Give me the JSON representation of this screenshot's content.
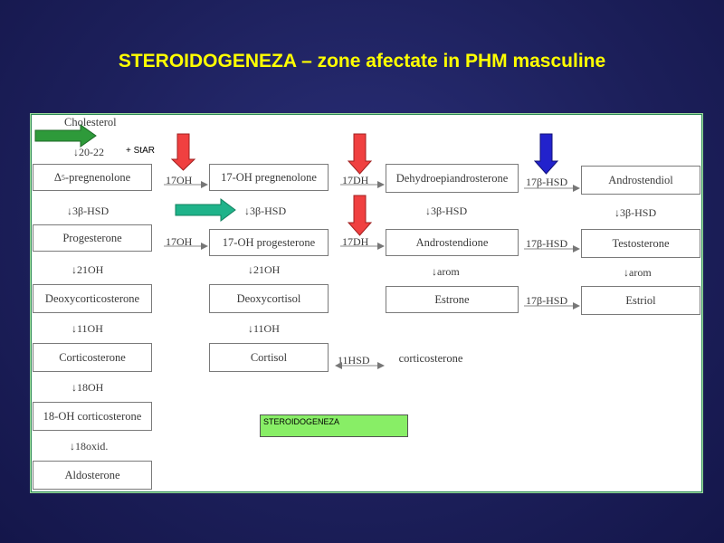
{
  "title": "STEROIDOGENEZA – zone afectate in PHM masculine",
  "col1": {
    "cholesterol": "Cholesterol",
    "step_20_22": "20-22",
    "star": "+ StAR",
    "pregnenolone_sup": "5",
    "pregnenolone": "-pregnenolone",
    "pregnenolone_delta": "Δ",
    "step_3bhsd": "3β-HSD",
    "progesterone": "Progesterone",
    "step_21oh": "21OH",
    "deoxycorticosterone": "Deoxycorticosterone",
    "step_11oh": "11OH",
    "corticosterone": "Corticosterone",
    "step_18oh": "18OH",
    "oh18_corticosterone": "18-OH corticosterone",
    "step_18oxid": "18oxid.",
    "aldosterone": "Aldosterone"
  },
  "col2": {
    "oh17_pregnenolone": "17-OH pregnenolone",
    "step_3bhsd": "3β-HSD",
    "oh17_progesterone": "17-OH progesterone",
    "step_21oh": "21OH",
    "deoxycortisol": "Deoxycortisol",
    "step_11oh": "11OH",
    "cortisol": "Cortisol"
  },
  "col3": {
    "dhea": "Dehydroepiandrosterone",
    "step_3bhsd": "3β-HSD",
    "androstendione": "Androstendione",
    "step_arom": "arom",
    "estrone": "Estrone",
    "corticosterone": "corticosterone"
  },
  "col4": {
    "androstendiol": "Androstendiol",
    "step_3bhsd": "3β-HSD",
    "testosterone": "Testosterone",
    "step_arom": "arom",
    "estriol": "Estriol"
  },
  "links": {
    "oh17_a": "17OH",
    "oh17_b": "17OH",
    "dh17_a": "17DH",
    "dh17_b": "17DH",
    "hsd17_a": "17β-HSD",
    "hsd17_b": "17β-HSD",
    "hsd17_c": "17β-HSD",
    "hsd11": "11HSD"
  },
  "legend_box": "STEROIDOGENEZA",
  "down_arrow_glyph": "🡇",
  "colors": {
    "title": "#ffff00",
    "red_marker": "#f04040",
    "blue_marker": "#2222cc",
    "green_marker": "#2e9a3a",
    "teal_marker": "#1fb38a",
    "legend_fill": "#88ee66"
  }
}
